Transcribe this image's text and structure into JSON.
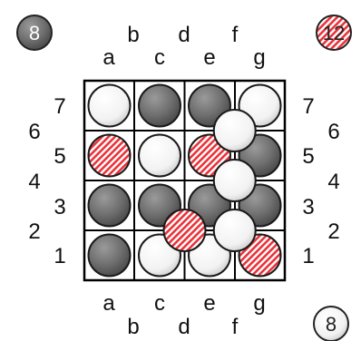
{
  "top_columns": {
    "upper": [
      "b",
      "d",
      "f"
    ],
    "lower": [
      "a",
      "c",
      "e",
      "g"
    ]
  },
  "bottom_columns": {
    "upper": [
      "a",
      "c",
      "e",
      "g"
    ],
    "lower": [
      "b",
      "d",
      "f"
    ]
  },
  "left_rows": {
    "inner": [
      "7",
      "5",
      "3",
      "1"
    ],
    "outer": [
      "6",
      "4",
      "2"
    ]
  },
  "right_rows": {
    "inner": [
      "7",
      "5",
      "3",
      "1"
    ],
    "outer": [
      "6",
      "4",
      "2"
    ]
  },
  "counters": {
    "gray": "8",
    "red": "12",
    "white": "8"
  },
  "colors": {
    "gray_stone": "#6e6e6e",
    "white_stone": "#ffffff",
    "red_stripe": "#e8333a",
    "board_line": "#000000"
  },
  "board": {
    "rows": [
      "7",
      "5",
      "3",
      "1"
    ],
    "cols": [
      "a",
      "c",
      "e",
      "g"
    ],
    "cells": [
      [
        "white",
        "gray",
        "gray",
        "white"
      ],
      [
        "red",
        "white",
        "red",
        "gray"
      ],
      [
        "gray",
        "gray",
        "gray",
        "gray"
      ],
      [
        "gray",
        "white",
        "white",
        "red"
      ]
    ]
  },
  "upper_stones": [
    {
      "between_cols": [
        "e",
        "g"
      ],
      "between_rows": [
        "7",
        "5"
      ],
      "color": "white"
    },
    {
      "between_cols": [
        "e",
        "g"
      ],
      "between_rows": [
        "5",
        "3"
      ],
      "color": "white"
    },
    {
      "between_cols": [
        "c",
        "e"
      ],
      "between_rows": [
        "3",
        "1"
      ],
      "color": "red"
    },
    {
      "between_cols": [
        "e",
        "g"
      ],
      "between_rows": [
        "3",
        "1"
      ],
      "color": "white"
    }
  ]
}
